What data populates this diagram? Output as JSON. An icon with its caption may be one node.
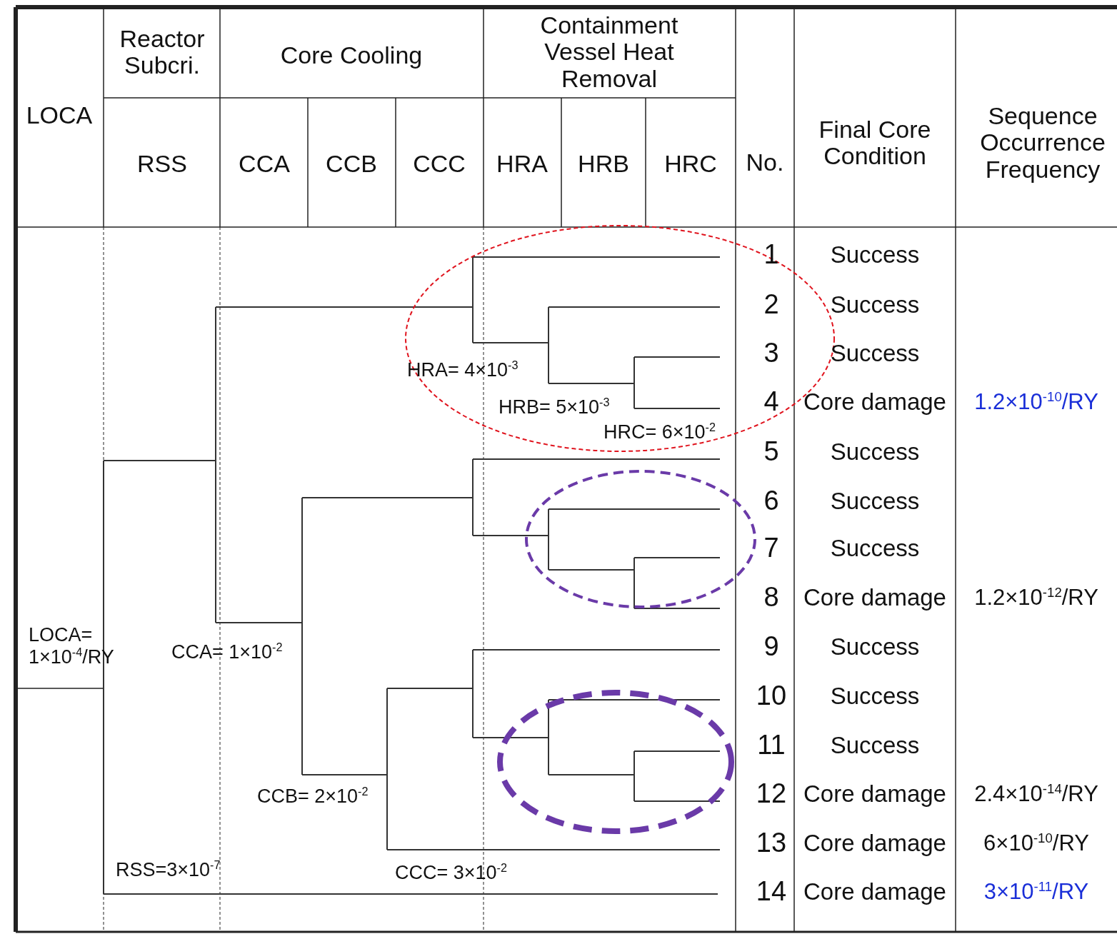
{
  "diagram": {
    "labels": [
      "LOCA",
      "Reactor Subcri.",
      "Core Cooling",
      "Containment Vessel Heat Removal",
      "RSS",
      "CCA",
      "CCB",
      "CCC",
      "HRA",
      "HRB",
      "HRC",
      "No.",
      "Final Core Condition",
      "Sequence Occurrence Frequency",
      "1",
      "Success",
      "2",
      "Success",
      "3",
      "Success",
      "4",
      "Core damage",
      "1.2×10$^{-10}$/RY",
      "5",
      "Success",
      "6",
      "Success",
      "7",
      "Success",
      "8",
      "Core damage",
      "1.2×10$^{-12}$/RY",
      "9",
      "Success",
      "10",
      "Success",
      "11",
      "Success",
      "12",
      "Core damage",
      "2.4×10$^{-14}$/RY",
      "13",
      "Core damage",
      "6×10$^{-10}$/RY",
      "14",
      "Core damage",
      "3×10$^{-11}$/RY",
      "HRA= 4×10$^{-3}$",
      "HRB= 5×10$^{-3}$",
      "HRC= 6×10$^{-2}$",
      "LOCA= 1×10$^{-4}$/RY",
      "CCA= 1×10$^{-2}$",
      "CCB= 2×10$^{-2}$",
      "RSS=3×10$^{-7}$",
      "CCC= 3×10$^{-2}$"
    ]
  }
}
